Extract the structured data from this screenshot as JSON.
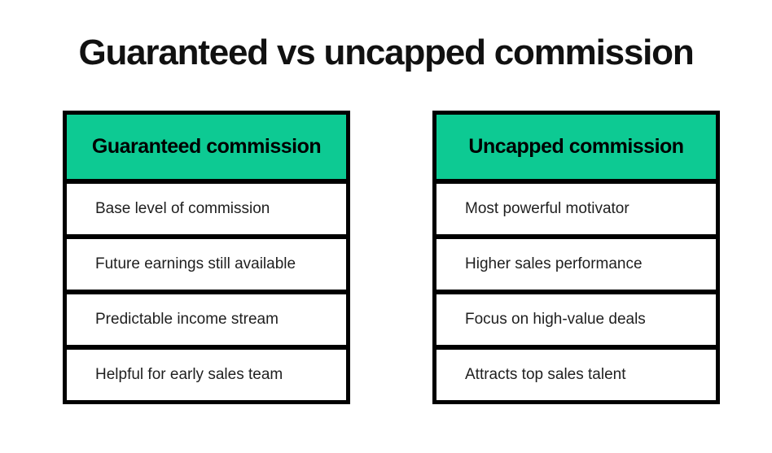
{
  "page": {
    "title": "Guaranteed vs uncapped commission"
  },
  "colors": {
    "header_green": "#0dca93",
    "border": "#000000",
    "title_text": "#111111",
    "row_text": "#1f1f1f"
  },
  "tables": [
    {
      "header": "Guaranteed commission",
      "rows": [
        "Base level of commission",
        "Future earnings still available",
        "Predictable income stream",
        "Helpful for early sales team"
      ]
    },
    {
      "header": "Uncapped commission",
      "rows": [
        "Most powerful motivator",
        "Higher sales performance",
        "Focus on high-value deals",
        "Attracts top sales talent"
      ]
    }
  ]
}
